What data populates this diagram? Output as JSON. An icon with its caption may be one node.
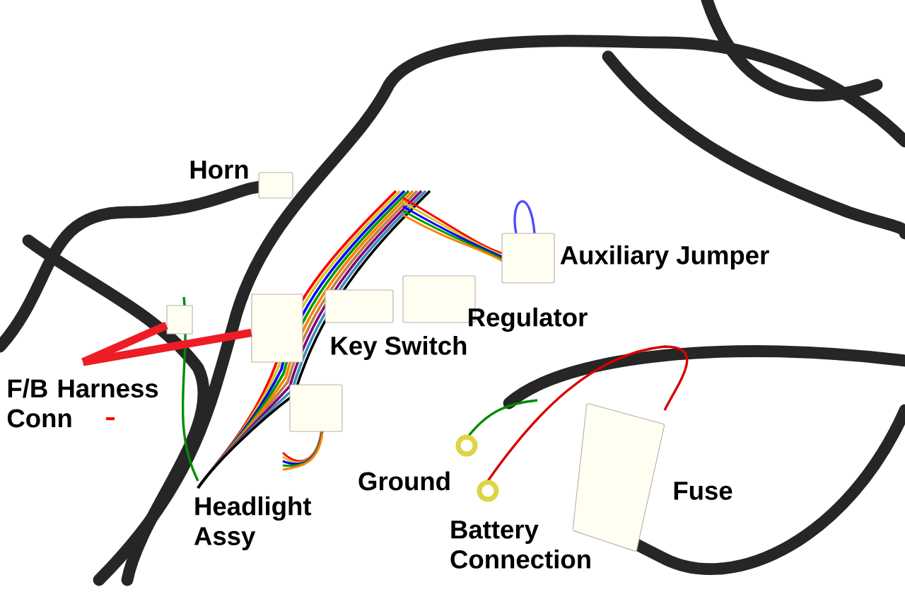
{
  "diagram": {
    "nodes": [
      {
        "text": [
          "F/B Harness Conn"
        ]
      },
      {
        "text": [],
        "shape": "box"
      },
      {
        "text": [],
        "shape": "box"
      }
    ],
    "edges": [
      {
        "from": 0,
        "to": 1,
        "arrow": "none",
        "color": "#ee1c24"
      },
      {
        "from": 0,
        "to": 2,
        "arrow": "none",
        "color": "#ee1c24"
      }
    ],
    "labels": [
      "Horn",
      "Auxiliary Jumper",
      "Regulator",
      "Key Switch",
      "Headlight Assy",
      "Ground",
      "Battery Connection",
      "Fuse"
    ]
  }
}
